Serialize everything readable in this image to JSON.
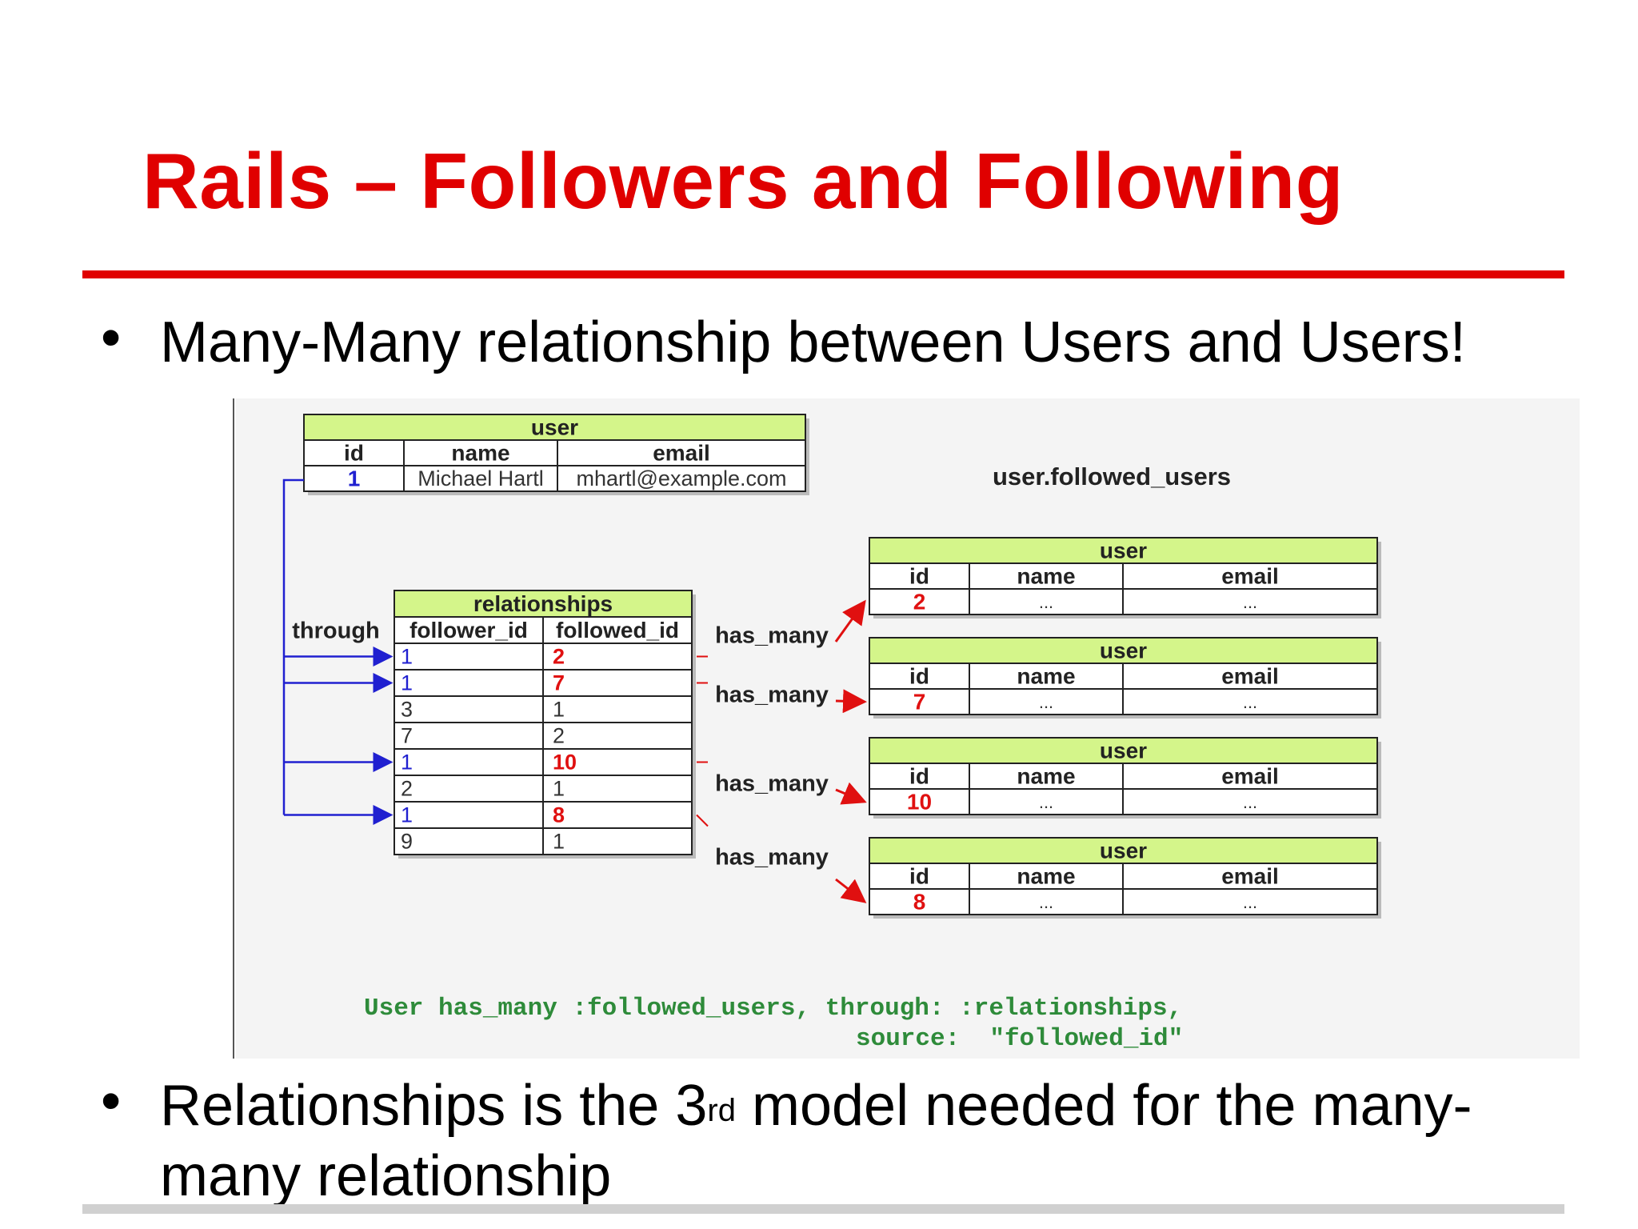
{
  "slide": {
    "title": "Rails – Followers and Following",
    "bullet1": "Many-Many relationship between Users and Users!",
    "bullet2": {
      "before": "Relationships is the 3",
      "sup": "rd",
      "after": " model needed for the many-many relationship"
    }
  },
  "diagram": {
    "colors": {
      "header": "#d4f58a",
      "red": "#e01010",
      "blue": "#2020d0",
      "code": "#2e8b3a"
    },
    "user_table": {
      "title": "user",
      "columns": [
        "id",
        "name",
        "email"
      ],
      "row": [
        "1",
        "Michael Hartl",
        "mhartl@example.com"
      ]
    },
    "followed_label": "user.followed_users",
    "through_label": "through",
    "relationships_table": {
      "title": "relationships",
      "columns": [
        "follower_id",
        "followed_id"
      ],
      "rows": [
        [
          "1",
          "2"
        ],
        [
          "1",
          "7"
        ],
        [
          "3",
          "1"
        ],
        [
          "7",
          "2"
        ],
        [
          "1",
          "10"
        ],
        [
          "2",
          "1"
        ],
        [
          "1",
          "8"
        ],
        [
          "9",
          "1"
        ]
      ]
    },
    "has_many_label": "has_many",
    "followed_tables": [
      {
        "title": "user",
        "columns": [
          "id",
          "name",
          "email"
        ],
        "row": [
          "2",
          "...",
          "..."
        ]
      },
      {
        "title": "user",
        "columns": [
          "id",
          "name",
          "email"
        ],
        "row": [
          "7",
          "...",
          "..."
        ]
      },
      {
        "title": "user",
        "columns": [
          "id",
          "name",
          "email"
        ],
        "row": [
          "10",
          "...",
          "..."
        ]
      },
      {
        "title": "user",
        "columns": [
          "id",
          "name",
          "email"
        ],
        "row": [
          "8",
          "...",
          "..."
        ]
      }
    ],
    "code_line1": "User has_many :followed_users, through: :relationships,",
    "code_line2": "source:  \"followed_id\""
  }
}
